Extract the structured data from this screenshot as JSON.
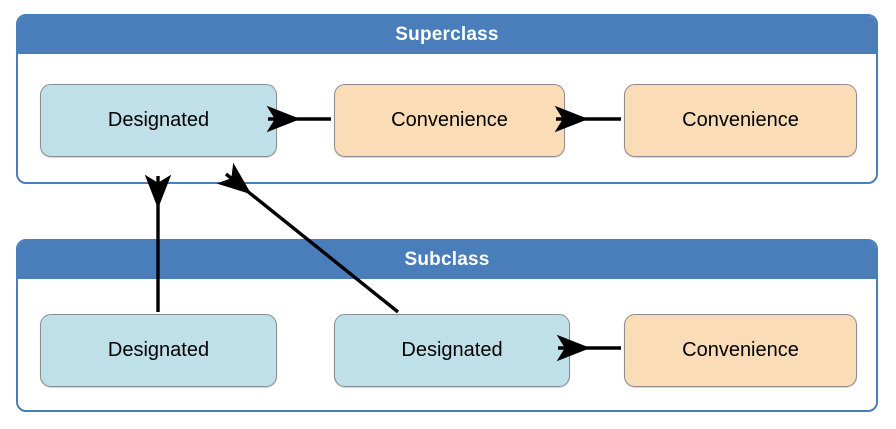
{
  "diagram": {
    "title_superclass": "Superclass",
    "title_subclass": "Subclass",
    "colors": {
      "header_blue": "#4a7ebb",
      "container_border": "#4a7ebb",
      "designated_fill": "#bfdfe9",
      "convenience_fill": "#fadcb7",
      "box_border": "#8c8c8c",
      "arrow": "#000000",
      "header_text": "#ffffff",
      "box_text": "#000000",
      "background": "#ffffff"
    },
    "superclass": {
      "header": "Superclass",
      "boxes": [
        {
          "label": "Designated",
          "kind": "designated"
        },
        {
          "label": "Convenience",
          "kind": "convenience"
        },
        {
          "label": "Convenience",
          "kind": "convenience"
        }
      ]
    },
    "subclass": {
      "header": "Subclass",
      "boxes": [
        {
          "label": "Designated",
          "kind": "designated"
        },
        {
          "label": "Designated",
          "kind": "designated"
        },
        {
          "label": "Convenience",
          "kind": "convenience"
        }
      ]
    },
    "arrows": [
      {
        "name": "superclass-convenience-2-to-convenience-1",
        "direction": "left",
        "from": "Convenience",
        "to": "Convenience"
      },
      {
        "name": "superclass-convenience-1-to-designated",
        "direction": "left",
        "from": "Convenience",
        "to": "Designated"
      },
      {
        "name": "subclass-convenience-to-designated-2",
        "direction": "left",
        "from": "Convenience",
        "to": "Designated"
      },
      {
        "name": "subclass-designated-1-to-superclass-designated",
        "direction": "up",
        "from": "Designated",
        "to": "Designated"
      },
      {
        "name": "subclass-designated-2-to-superclass-designated",
        "direction": "up-left",
        "from": "Designated",
        "to": "Designated"
      }
    ]
  }
}
